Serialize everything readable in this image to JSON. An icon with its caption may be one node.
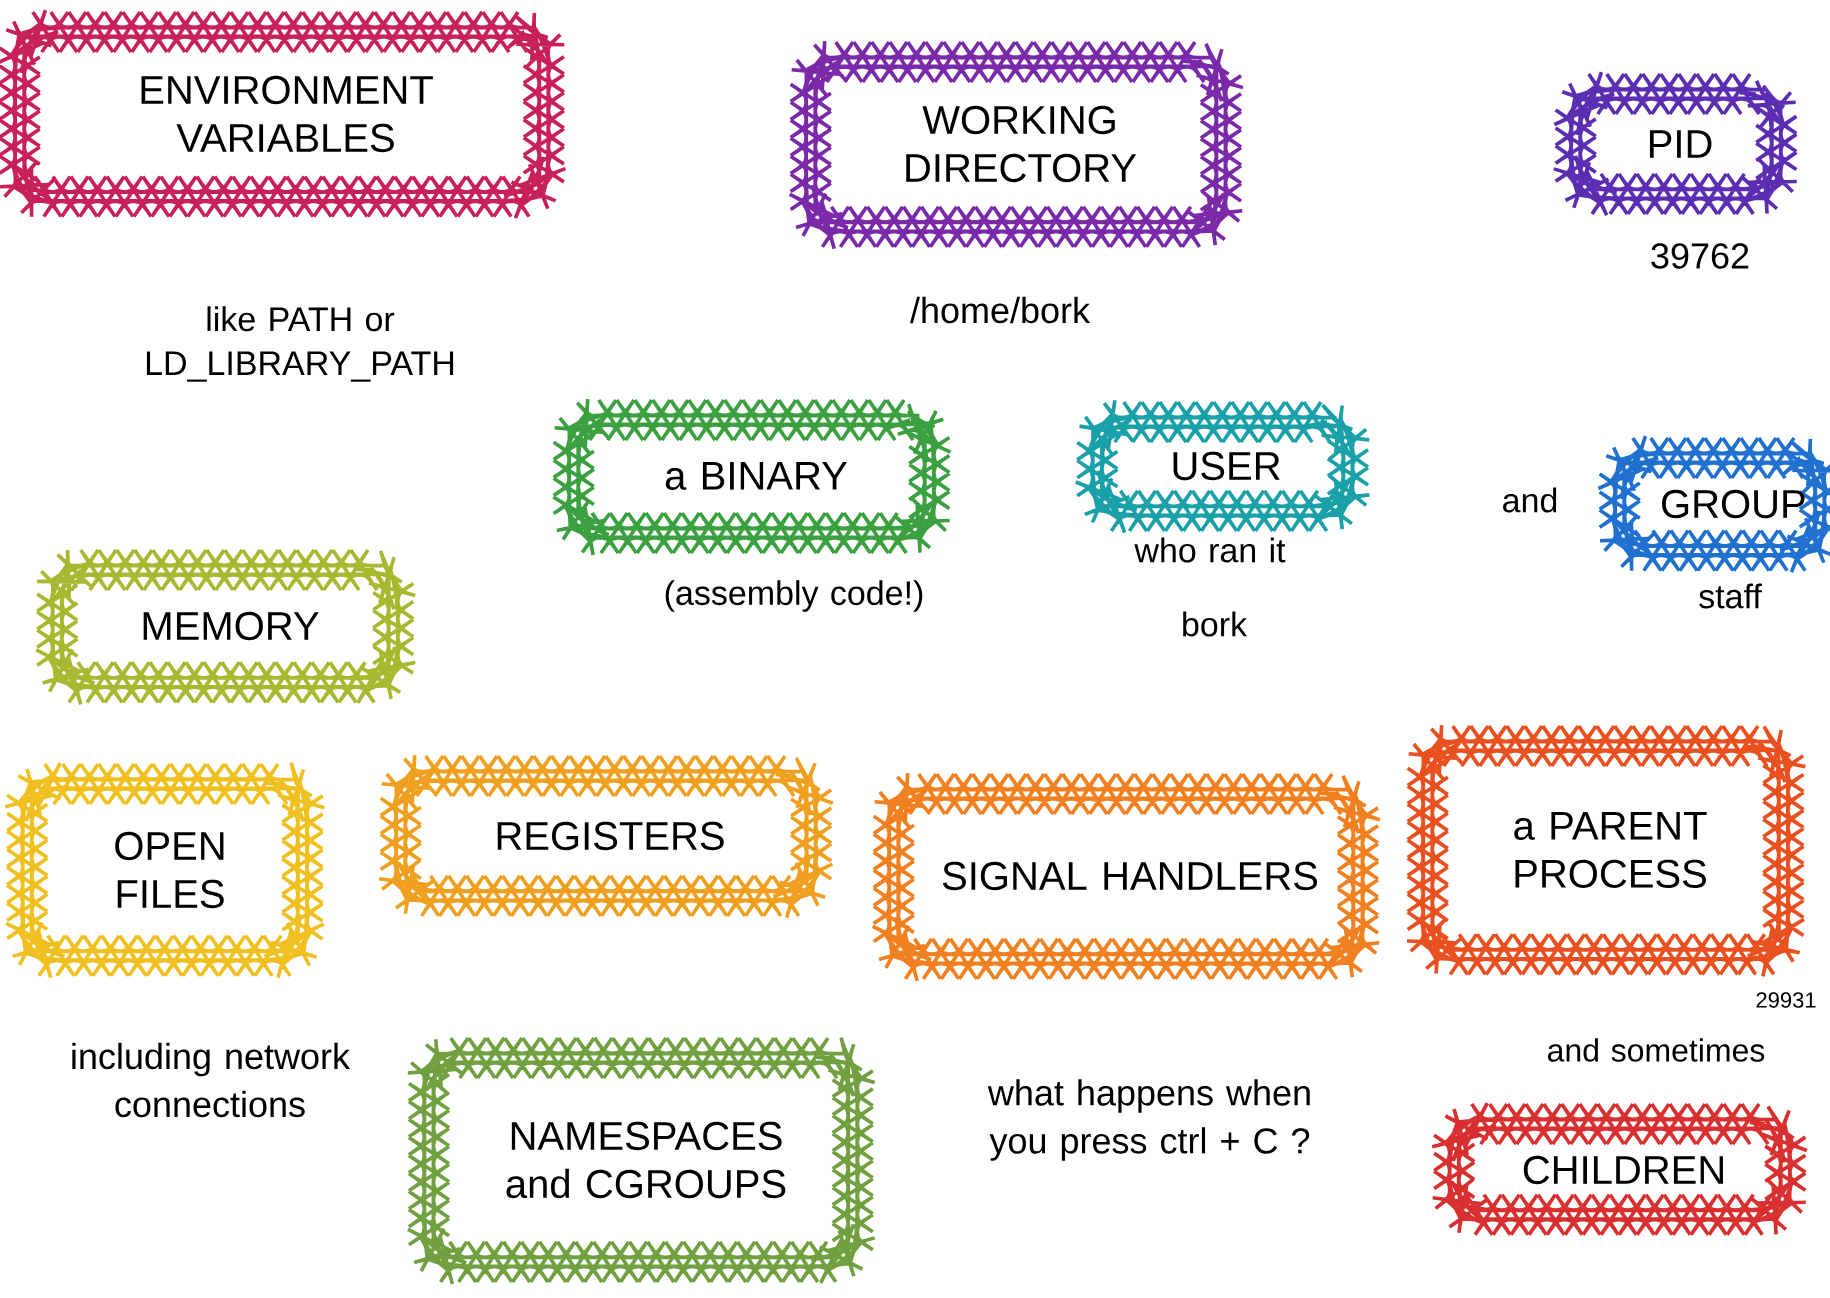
{
  "diagram": {
    "nodes": [
      {
        "text": [
          "ENVIRONMENT VARIABLES"
        ],
        "beside": [
          "like PATH or LD_LIBRARY_PATH"
        ]
      },
      {
        "text": [
          "WORKING DIRECTORY"
        ],
        "beside": [
          "/home/bork"
        ]
      },
      {
        "text": [
          "PID"
        ],
        "beside": [
          "39762"
        ]
      },
      {
        "text": [
          "a BINARY"
        ],
        "beside": [
          "(assembly code!)"
        ]
      },
      {
        "text": [
          "USER"
        ],
        "beside": [
          "who ran it",
          "bork"
        ]
      },
      {
        "text": [
          "GROUP"
        ],
        "beside": [
          "staff"
        ]
      },
      {
        "text": [
          "MEMORY"
        ]
      },
      {
        "text": [
          "OPEN FILES"
        ],
        "beside": [
          "including network connections"
        ]
      },
      {
        "text": [
          "REGISTERS"
        ]
      },
      {
        "text": [
          "SIGNAL HANDLERS"
        ],
        "beside": [
          "what happens when you press ctrl + C ?"
        ]
      },
      {
        "text": [
          "a PARENT PROCESS"
        ],
        "beside": [
          "29931"
        ]
      },
      {
        "text": [
          "NAMESPACES and CGROUPS"
        ]
      },
      {
        "text": [
          "CHILDREN"
        ]
      }
    ],
    "labels": [
      "and",
      "and sometimes"
    ]
  }
}
